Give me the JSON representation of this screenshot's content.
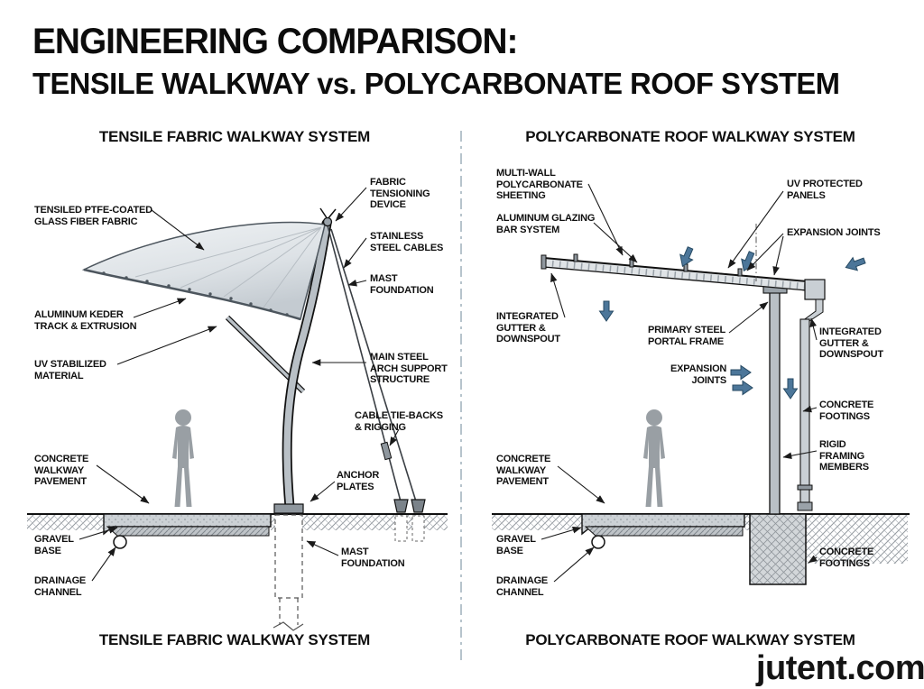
{
  "title": {
    "line1": "ENGINEERING COMPARISON:",
    "line2": "TENSILE WALKWAY vs. POLYCARBONATE ROOF SYSTEM"
  },
  "watermark": "jutent.com",
  "left_panel": {
    "header": "TENSILE FABRIC WALKWAY SYSTEM",
    "footer": "TENSILE FABRIC WALKWAY SYSTEM",
    "labels": {
      "fabric": "TENSILED PTFE-COATED\nGLASS FIBER FABRIC",
      "keder": "ALUMINUM KEDER\nTRACK & EXTRUSION",
      "uv": "UV STABILIZED\nMATERIAL",
      "pavement": "CONCRETE\nWALKWAY\nPAVEMENT",
      "gravel": "GRAVEL\nBASE",
      "drainage": "DRAINAGE\nCHANNEL",
      "tensioning": "FABRIC\nTENSIONING\nDEVICE",
      "cables": "STAINLESS\nSTEEL CABLES",
      "mast_foundation_top": "MAST\nFOUNDATION",
      "arch": "MAIN STEEL\nARCH SUPPORT\nSTRUCTURE",
      "tiebacks": "CABLE TIE-BACKS\n& RIGGING",
      "anchor": "ANCHOR\nPLATES",
      "mast_foundation_bottom": "MAST\nFOUNDATION"
    }
  },
  "right_panel": {
    "header": "POLYCARBONATE ROOF WALKWAY SYSTEM",
    "footer": "POLYCARBONATE ROOF WALKWAY SYSTEM",
    "labels": {
      "sheeting": "MULTI-WALL\nPOLYCARBONATE\nSHEETING",
      "glazing": "ALUMINUM GLAZING\nBAR SYSTEM",
      "uv_panels": "UV PROTECTED\nPANELS",
      "expansion_top": "EXPANSION JOINTS",
      "gutter_left": "INTEGRATED\nGUTTER &\nDOWNSPOUT",
      "portal": "PRIMARY STEEL\nPORTAL FRAME",
      "gutter_right": "INTEGRATED\nGUTTER &\nDOWNSPOUT",
      "expansion_mid": "EXPANSION\nJOINTS",
      "footings_upper": "CONCRETE\nFOOTINGS",
      "pavement": "CONCRETE\nWALKWAY\nPAVEMENT",
      "rigid": "RIGID\nFRAMING\nMEMBERS",
      "gravel": "GRAVEL\nBASE",
      "drainage": "DRAINAGE\nCHANNEL",
      "footings_lower": "CONCRETE\nFOOTINGS"
    }
  },
  "colors": {
    "arrow_accent": "#4c7699",
    "steel": "#b9c0c6",
    "fabric": "#e4e8eb",
    "ink": "#1a1a1a"
  }
}
